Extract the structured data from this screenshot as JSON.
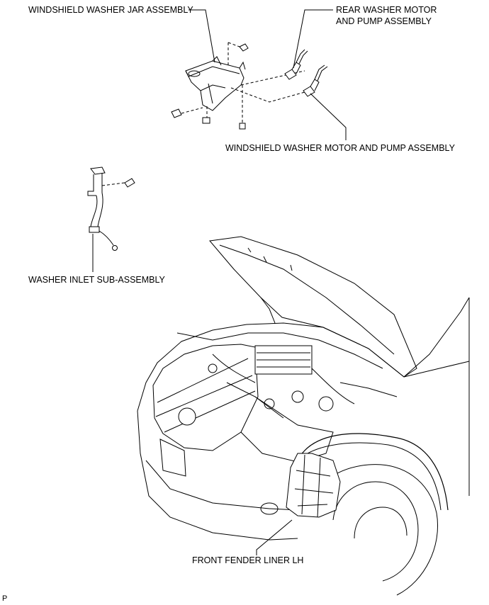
{
  "labels": {
    "jar": "WINDSHIELD WASHER JAR ASSEMBLY",
    "rear_motor_line1": "REAR WASHER MOTOR",
    "rear_motor_line2": "AND PUMP ASSEMBLY",
    "windshield_motor": "WINDSHIELD WASHER MOTOR AND PUMP ASSEMBLY",
    "inlet": "WASHER INLET SUB-ASSEMBLY",
    "liner": "FRONT FENDER LINER LH"
  },
  "corner_code": "P"
}
